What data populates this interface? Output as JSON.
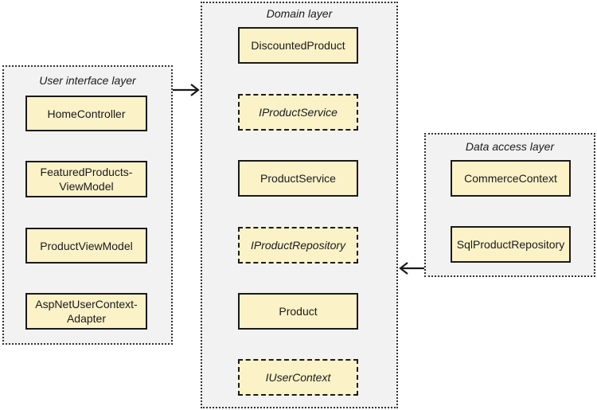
{
  "ui_layer": {
    "title": "User interface layer",
    "boxes": [
      {
        "label": "HomeController"
      },
      {
        "label": "FeaturedProducts-\nViewModel"
      },
      {
        "label": "ProductViewModel"
      },
      {
        "label": "AspNetUserContext-\nAdapter"
      }
    ]
  },
  "domain_layer": {
    "title": "Domain layer",
    "boxes": [
      {
        "label": "DiscountedProduct"
      },
      {
        "label": "IProductService"
      },
      {
        "label": "ProductService"
      },
      {
        "label": "IProductRepository"
      },
      {
        "label": "Product"
      },
      {
        "label": "IUserContext"
      }
    ]
  },
  "data_layer": {
    "title": "Data access layer",
    "boxes": [
      {
        "label": "CommerceContext"
      },
      {
        "label": "SqlProductRepository"
      }
    ]
  },
  "colors": {
    "layer_fill": "#f2f2f2",
    "box_fill": "#fbf2c8",
    "border": "#1a1a1a"
  }
}
